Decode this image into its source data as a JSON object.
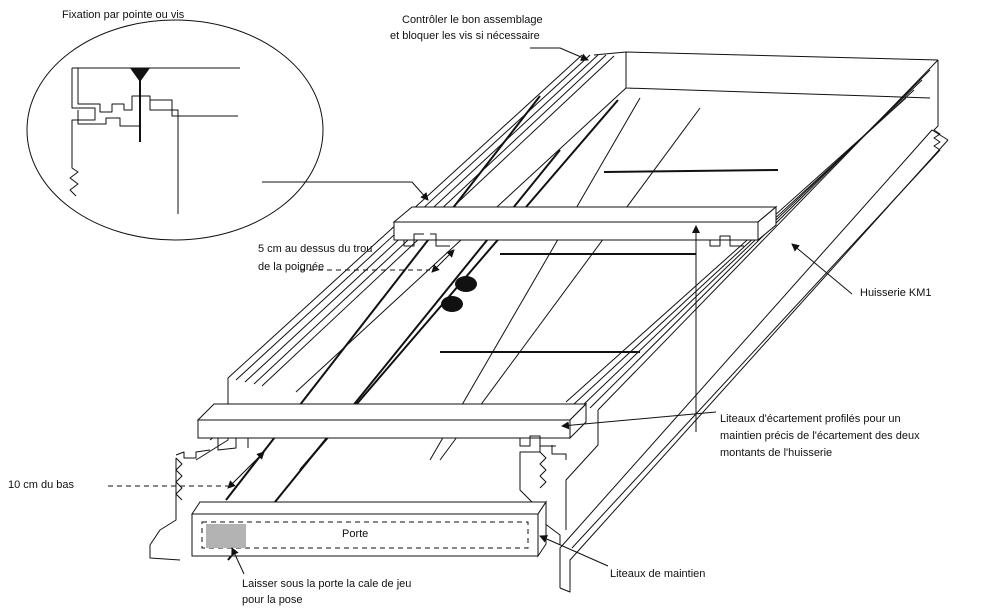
{
  "labels": {
    "fixation": "Fixation par pointe ou vis",
    "controler_l1": "Contrôler le bon assemblage",
    "controler_l2": "et bloquer les vis si nécessaire",
    "cinq_cm_l1": "5 cm au dessus du trou",
    "cinq_cm_l2": "de la poignée",
    "huisserie": "Huisserie KM1",
    "liteaux_ecart_l1": "Liteaux d'écartement profilés pour un",
    "liteaux_ecart_l2": "maintien précis de l'écartement des deux",
    "liteaux_ecart_l3": "montants de l'huisserie",
    "dix_cm": "10 cm du bas",
    "porte": "Porte",
    "laisser_l1": "Laisser sous la porte la cale de jeu",
    "laisser_l2": "pour la  pose",
    "liteaux_maintien": "Liteaux de maintien"
  },
  "colors": {
    "stroke": "#111111",
    "cale": "#b3b3b3",
    "background": "#ffffff"
  }
}
